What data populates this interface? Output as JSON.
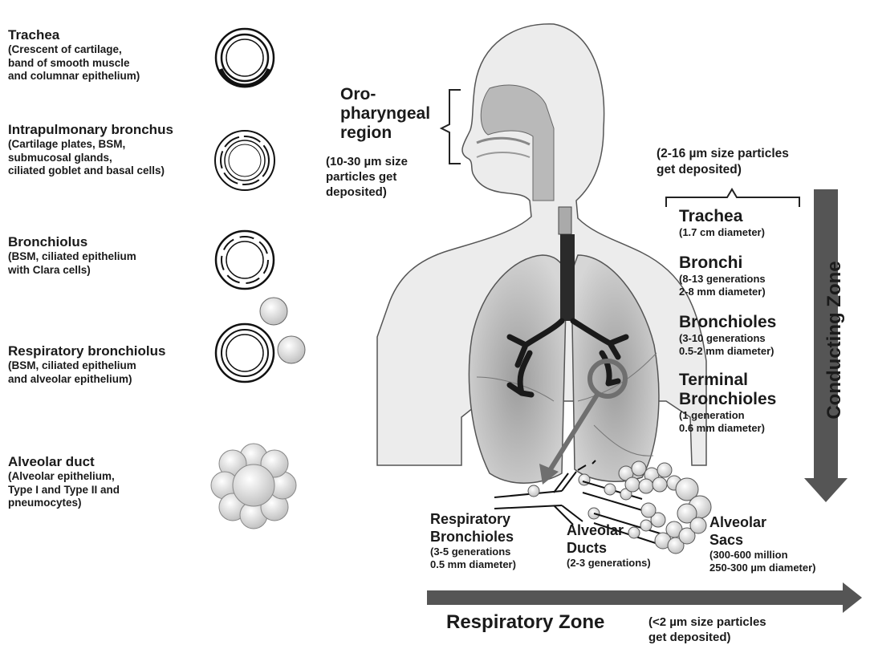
{
  "left_panel": {
    "items": [
      {
        "title": "Trachea",
        "desc": "(Crescent of cartilage,\nband of smooth muscle\nand columnar epithelium)"
      },
      {
        "title": "Intrapulmonary bronchus",
        "desc": "(Cartilage plates, BSM,\nsubmucosal glands,\nciliated goblet and basal cells)"
      },
      {
        "title": "Bronchiolus",
        "desc": "(BSM, ciliated epithelium\nwith Clara cells)"
      },
      {
        "title": "Respiratory bronchiolus",
        "desc": "(BSM, ciliated epithelium\nand alveolar epithelium)"
      },
      {
        "title": "Alveolar duct",
        "desc": "(Alveolar epithelium,\nType I and Type II and\npneumocytes)"
      }
    ]
  },
  "oropharyngeal": {
    "title": "Oro-\npharyngeal\nregion",
    "note": "(10-30 µm size\nparticles get\ndeposited)"
  },
  "conducting": {
    "note": "(2-16 µm size particles\nget deposited)",
    "zone_label": "Conducting Zone",
    "items": [
      {
        "title": "Trachea",
        "desc": "(1.7 cm diameter)"
      },
      {
        "title": "Bronchi",
        "desc": "(8-13 generations\n2-8 mm diameter)"
      },
      {
        "title": "Bronchioles",
        "desc": "(3-10 generations\n0.5-2 mm diameter)"
      },
      {
        "title": "Terminal\nBronchioles",
        "desc": "(1 generation\n0.6 mm diameter)"
      }
    ]
  },
  "respiratory": {
    "zone_label": "Respiratory Zone",
    "note": "(<2 µm size particles\nget deposited)",
    "items": [
      {
        "title": "Respiratory\nBronchioles",
        "desc": "(3-5 generations\n0.5 mm diameter)"
      },
      {
        "title": "Alveolar\nDucts",
        "desc": "(2-3 generations)"
      },
      {
        "title": "Alveolar\nSacs",
        "desc": "(300-600 million\n250-300 µm diameter)"
      }
    ]
  }
}
